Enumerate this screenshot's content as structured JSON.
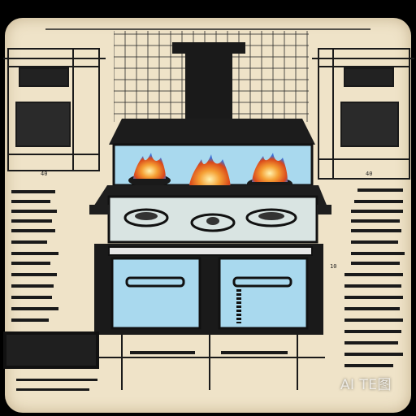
{
  "illustration": {
    "subject": "stove-blueprint",
    "left_cabinet_label": "40",
    "right_cabinet_label": "40",
    "side_marker": "10"
  },
  "watermark": {
    "text": "AI TE图"
  },
  "colors": {
    "paper": "#efe3c8",
    "ink": "#151515",
    "glass": "#a9d9ee",
    "flame_outer": "#f08a2a",
    "flame_inner": "#3b6fd6"
  }
}
